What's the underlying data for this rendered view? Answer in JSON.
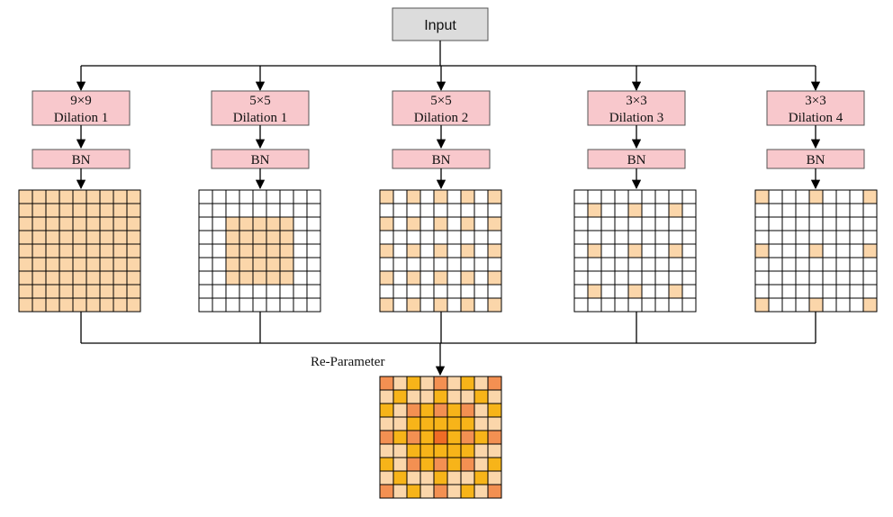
{
  "input": {
    "label": "Input"
  },
  "branches": [
    {
      "size": "9×9",
      "dilation": "Dilation 1",
      "bn": "BN",
      "kernel": 9,
      "dil": 1
    },
    {
      "size": "5×5",
      "dilation": "Dilation 1",
      "bn": "BN",
      "kernel": 5,
      "dil": 1
    },
    {
      "size": "5×5",
      "dilation": "Dilation 2",
      "bn": "BN",
      "kernel": 5,
      "dil": 2
    },
    {
      "size": "3×3",
      "dilation": "Dilation 3",
      "bn": "BN",
      "kernel": 3,
      "dil": 3
    },
    {
      "size": "3×3",
      "dilation": "Dilation 4",
      "bn": "BN",
      "kernel": 3,
      "dil": 4
    }
  ],
  "merge": {
    "label": "Re-Parameter"
  },
  "grid_size": 9,
  "colors": {
    "box_fill": "#f8c8cc",
    "input_fill": "#dcdcdc",
    "cell_active": "#fbd6aa",
    "cell_empty": "#ffffff",
    "merge_level1": "#fbd6aa",
    "merge_level2": "#f7b419",
    "merge_level3": "#f39052",
    "merge_level4": "#ef6c26"
  }
}
